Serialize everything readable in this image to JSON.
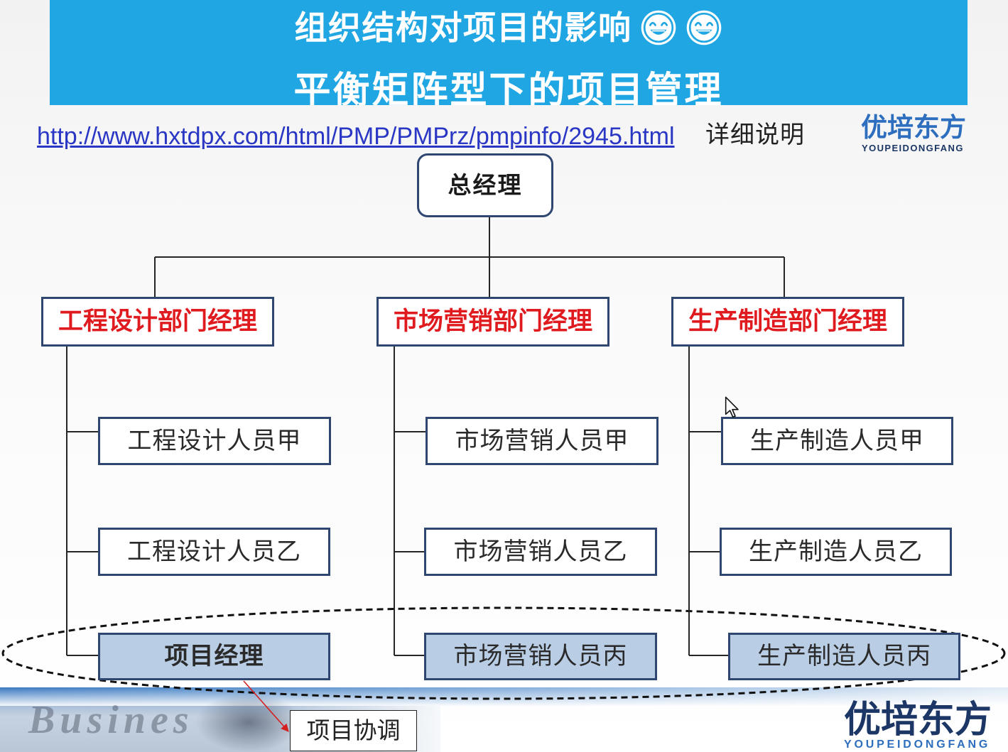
{
  "header": {
    "title_line1": "组织结构对项目的影响",
    "title_icons": [
      "smiley-icon",
      "smiley-icon"
    ],
    "title_line2": "平衡矩阵型下的项目管理"
  },
  "link_row": {
    "url_text": "http://www.hxtdpx.com/html/PMP/PMPrz/pmpinfo/2945.html",
    "detail_label": "详细说明"
  },
  "logo_top": {
    "name_cn": "优培东方",
    "name_en": "YOUPEIDONGFANG"
  },
  "org_chart": {
    "root": "总经理",
    "departments": [
      {
        "title": "工程设计部门经理",
        "members": [
          {
            "name": "工程设计人员甲",
            "project_team": false
          },
          {
            "name": "工程设计人员乙",
            "project_team": false
          },
          {
            "name": "项目经理",
            "project_team": true
          }
        ]
      },
      {
        "title": "市场营销部门经理",
        "members": [
          {
            "name": "市场营销人员甲",
            "project_team": false
          },
          {
            "name": "市场营销人员乙",
            "project_team": false
          },
          {
            "name": "市场营销人员丙",
            "project_team": true
          }
        ]
      },
      {
        "title": "生产制造部门经理",
        "members": [
          {
            "name": "生产制造人员甲",
            "project_team": false
          },
          {
            "name": "生产制造人员乙",
            "project_team": false
          },
          {
            "name": "生产制造人员丙",
            "project_team": true
          }
        ]
      }
    ],
    "coordination_label": "项目协调"
  },
  "footer": {
    "background_text": "Busines",
    "logo_cn": "优培东方",
    "logo_en": "YOUPEIDONGFANG"
  },
  "pointer_icon": "mouse-pointer-icon",
  "colors": {
    "header_background": "#20a6e3",
    "header_text": "#ffffff",
    "box_border": "#2f4770",
    "department_text": "#e01b1f",
    "highlight_fill": "#b9cde5",
    "link": "#2a37c5",
    "coordination_arrow": "#d42020",
    "logo_blue": "#2d6fbe",
    "logo_navy": "#1c3766",
    "connector": "#262626",
    "ellipse": "#111111"
  }
}
